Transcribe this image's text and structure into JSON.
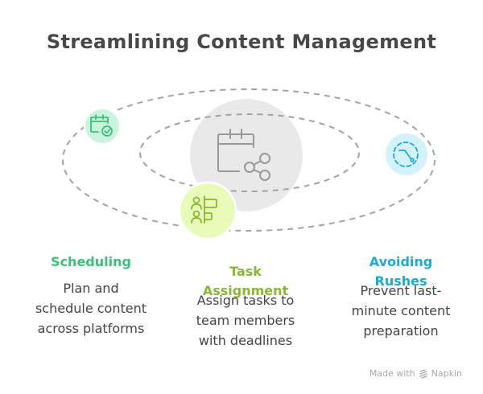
{
  "title": "Streamlining Content Management",
  "center": {
    "icon": "calendar-share-icon",
    "color": "#999999",
    "fill": "#e9e9e9"
  },
  "items": [
    {
      "heading": "Scheduling",
      "description_lines": [
        "Plan and",
        "schedule content",
        "across platforms"
      ],
      "icon": "calendar-check-icon",
      "color": "#3dbf7a",
      "fill": "#c9f5dc"
    },
    {
      "heading_lines": [
        "Task",
        "Assignment"
      ],
      "description_lines": [
        "Assign tasks to",
        "team members",
        "with deadlines"
      ],
      "icon": "people-tasks-icon",
      "color": "#8ab833",
      "fill": "#e8fbb8"
    },
    {
      "heading_lines": [
        "Avoiding",
        "Rushes"
      ],
      "description_lines": [
        "Prevent last-",
        "minute content",
        "preparation"
      ],
      "icon": "clock-dashed-icon",
      "color": "#1ea9d8",
      "fill": "#d3f2fc"
    }
  ],
  "footer": {
    "text": "Made with",
    "brand": "Napkin",
    "icon": "napkin-logo-icon"
  }
}
